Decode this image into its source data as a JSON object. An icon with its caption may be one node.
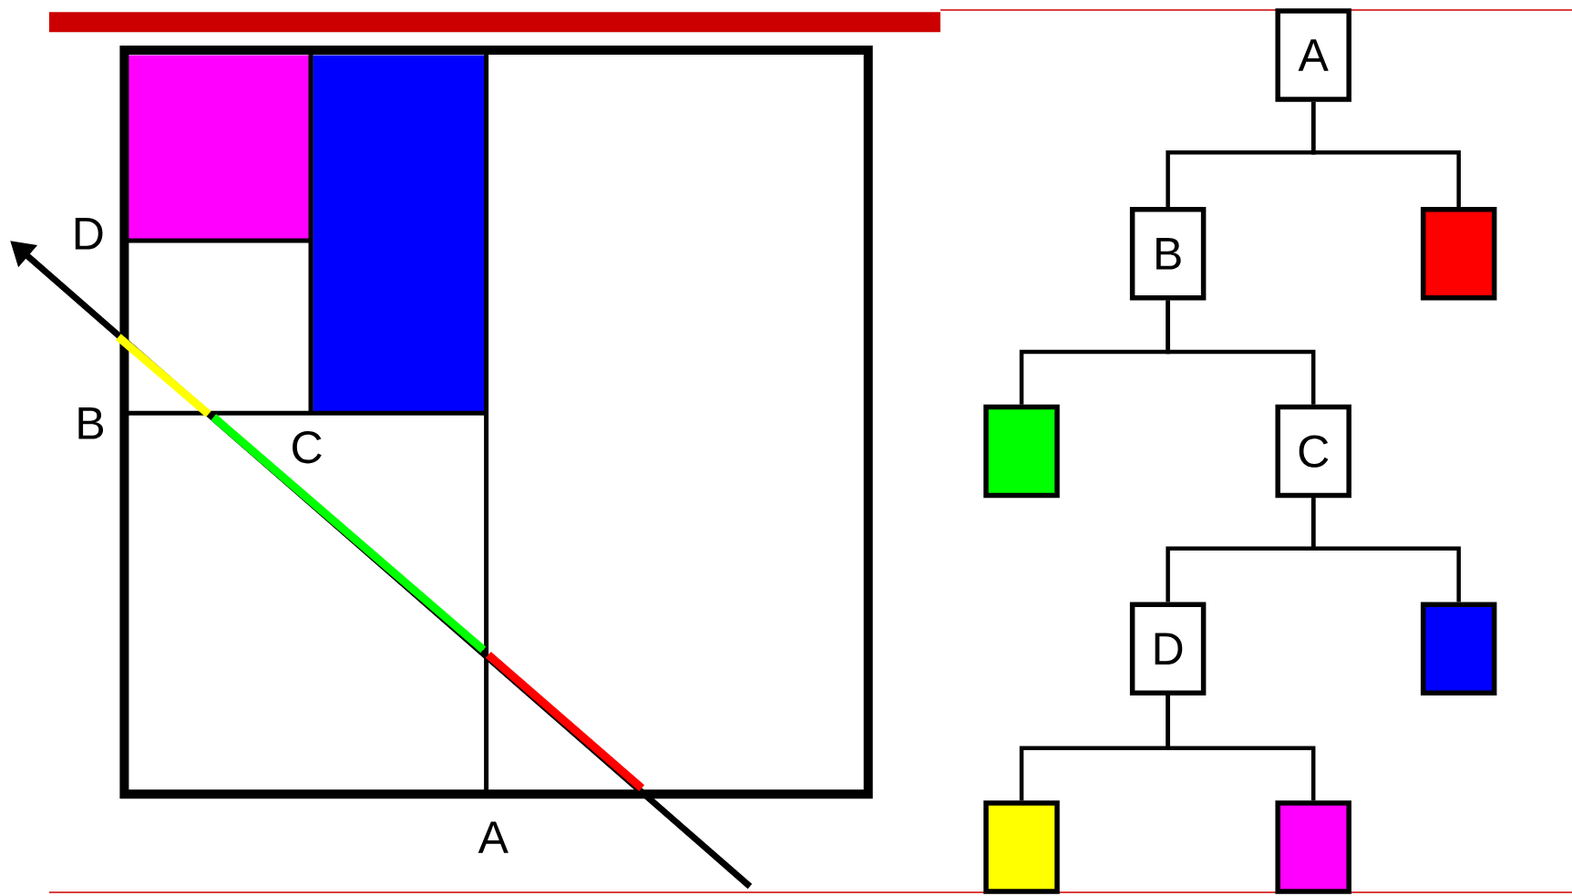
{
  "diagram": {
    "nodes": [
      {
        "text": [
          "A"
        ]
      },
      {
        "text": [
          "B"
        ]
      },
      {
        "text": [],
        "shape": "box"
      },
      {
        "text": [],
        "shape": "box"
      },
      {
        "text": [
          "C"
        ]
      },
      {
        "text": [
          "D"
        ]
      },
      {
        "text": [],
        "shape": "box"
      },
      {
        "text": [],
        "shape": "box"
      },
      {
        "text": [],
        "shape": "box"
      }
    ],
    "edges": [
      {
        "from": 0,
        "to": 1,
        "arrow": "none"
      },
      {
        "from": 0,
        "to": 2,
        "arrow": "none"
      },
      {
        "from": 1,
        "to": 3,
        "arrow": "none"
      },
      {
        "from": 1,
        "to": 4,
        "arrow": "none"
      },
      {
        "from": 4,
        "to": 5,
        "arrow": "none"
      },
      {
        "from": 4,
        "to": 6,
        "arrow": "none"
      },
      {
        "from": 5,
        "to": 7,
        "arrow": "none"
      },
      {
        "from": 5,
        "to": 8,
        "arrow": "none"
      }
    ],
    "labels": [
      "D",
      "B",
      "C",
      "A"
    ]
  }
}
